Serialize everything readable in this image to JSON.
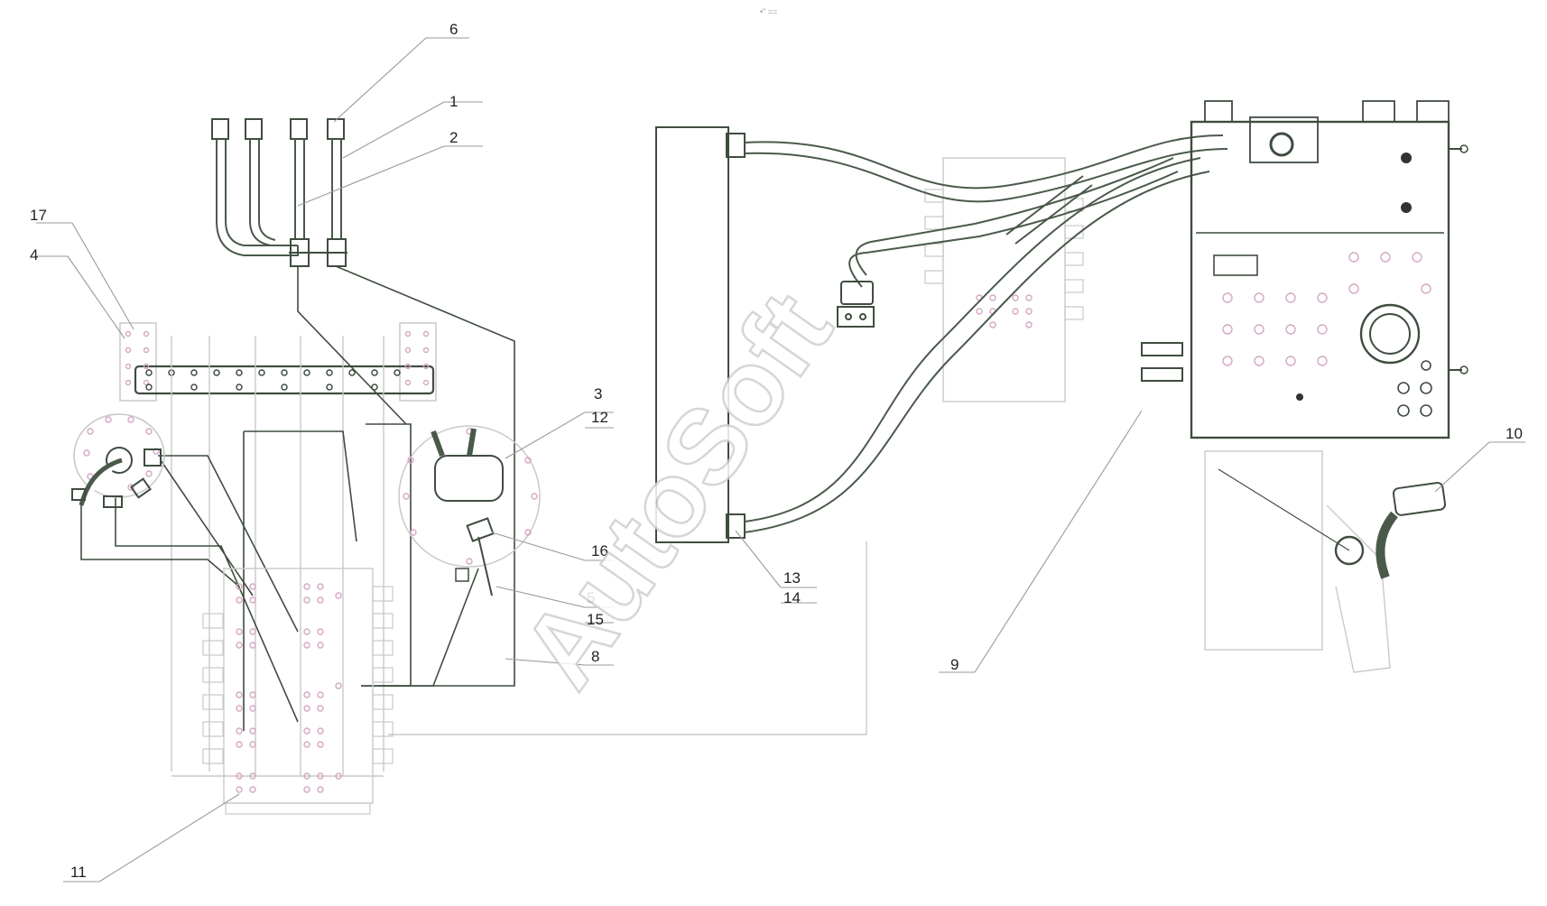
{
  "diagram": {
    "top_marker": "•\" ==",
    "callouts": [
      "6",
      "1",
      "2",
      "17",
      "4",
      "3",
      "12",
      "16",
      "5",
      "15",
      "8",
      "13",
      "14",
      "9",
      "10",
      "11"
    ],
    "watermark": "AutoSoft"
  }
}
